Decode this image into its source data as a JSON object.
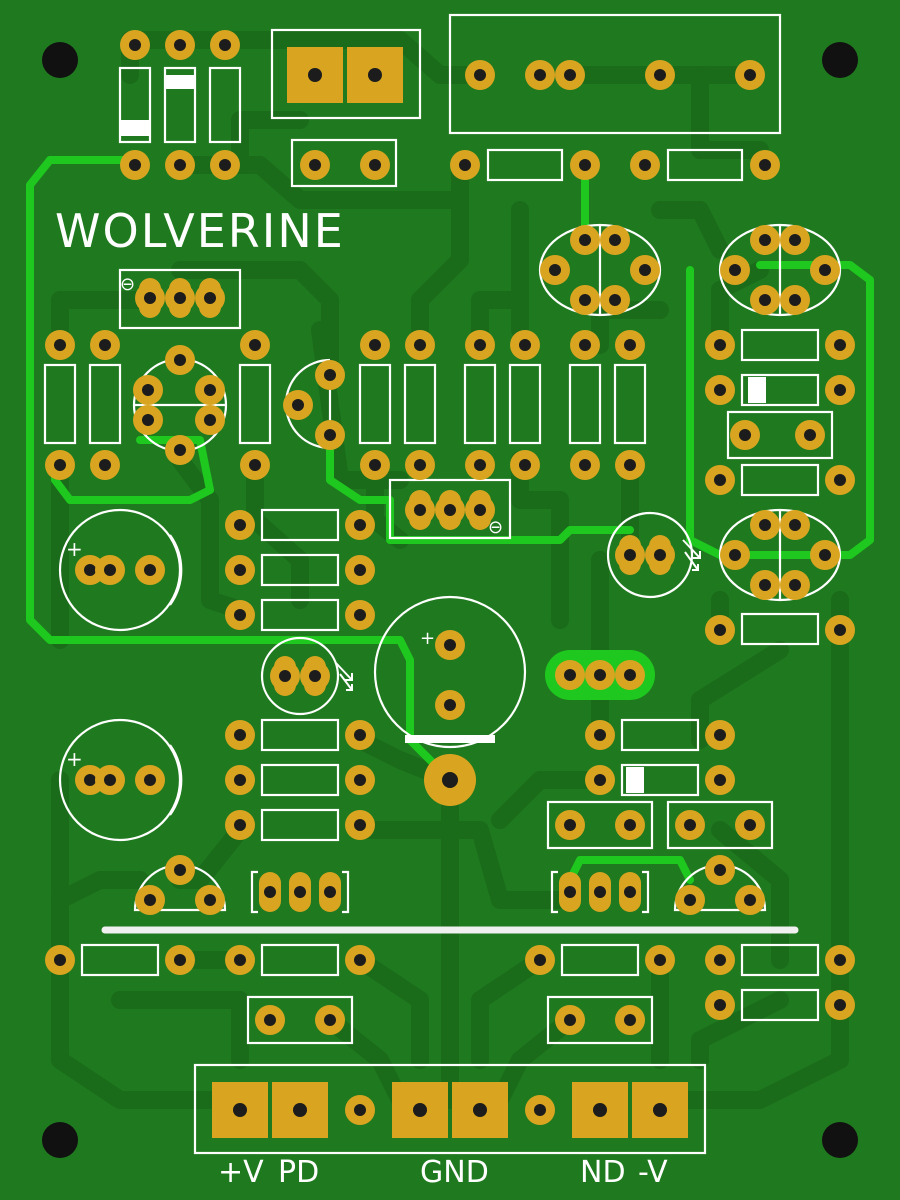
{
  "board": {
    "title": "WOLVERINE",
    "colors": {
      "substrate": "#1f7a1f",
      "trace": "#1a6b1a",
      "highlight_trace": "#1ec81e",
      "pad": "#d9a520",
      "silkscreen": "#ffffff",
      "mounting_hole": "#111111"
    }
  },
  "connector": {
    "labels": [
      "+V",
      "PD",
      "GND",
      "ND",
      "-V"
    ]
  },
  "symbols": {
    "plus": "+",
    "minus": "⊖"
  }
}
